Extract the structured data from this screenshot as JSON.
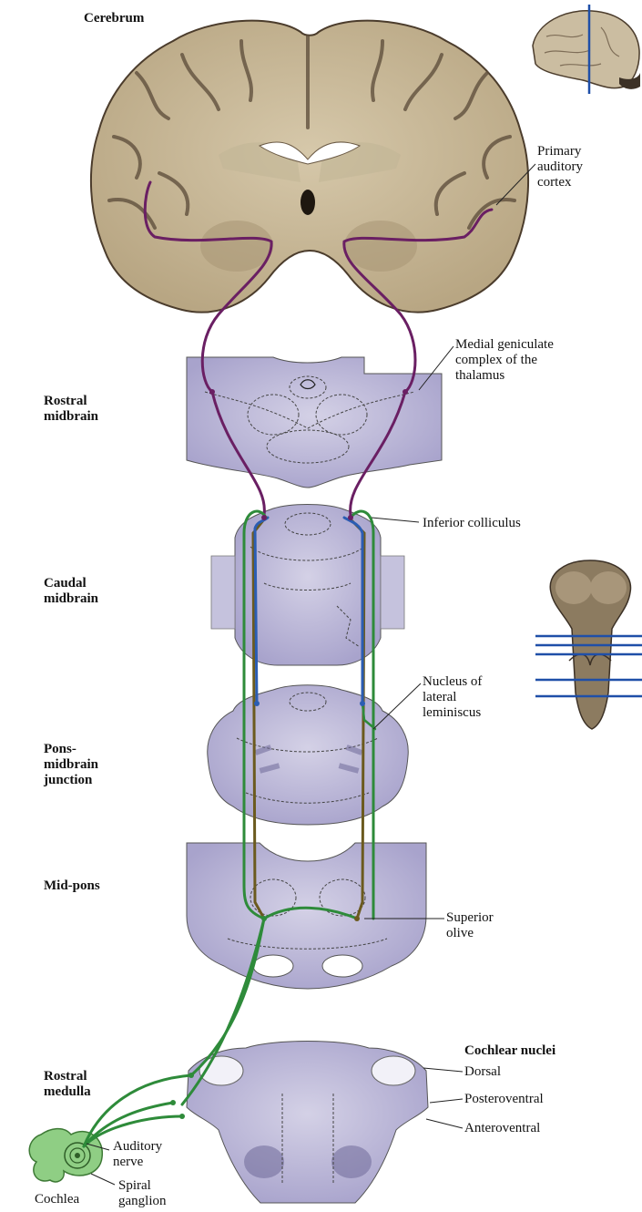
{
  "section_labels": {
    "cerebrum": "Cerebrum",
    "rostral_midbrain": "Rostral\nmidbrain",
    "caudal_midbrain": "Caudal\nmidbrain",
    "pons_midbrain_junction": "Pons-\nmidbrain\njunction",
    "mid_pons": "Mid-pons",
    "rostral_medulla": "Rostral\nmedulla"
  },
  "structure_labels": {
    "primary_auditory_cortex": "Primary\nauditory\ncortex",
    "medial_geniculate": "Medial geniculate\ncomplex of the\nthalamus",
    "inferior_colliculus": "Inferior colliculus",
    "nucleus_lateral_lemniscus": "Nucleus of\nlateral\nleminiscus",
    "superior_olive": "Superior\nolive",
    "cochlear_nuclei": "Cochlear nuclei",
    "dorsal": "Dorsal",
    "posteroventral": "Posteroventral",
    "anteroventral": "Anteroventral",
    "auditory_nerve": "Auditory\nnerve",
    "spiral_ganglion": "Spiral\nganglion",
    "cochlea": "Cochlea"
  },
  "colors": {
    "brain_tissue": "#c9b99a",
    "brain_sulci": "#5a4a38",
    "section_stain": "#b9b6d4",
    "section_stain_dark": "#8f88b8",
    "pathway_purple": "#6a1f63",
    "pathway_green": "#2e8b3a",
    "pathway_blue": "#2b5db3",
    "pathway_olive": "#6b5a1e",
    "cochlea_green": "#8fce84",
    "section_plane_line": "#1f4fa8"
  }
}
